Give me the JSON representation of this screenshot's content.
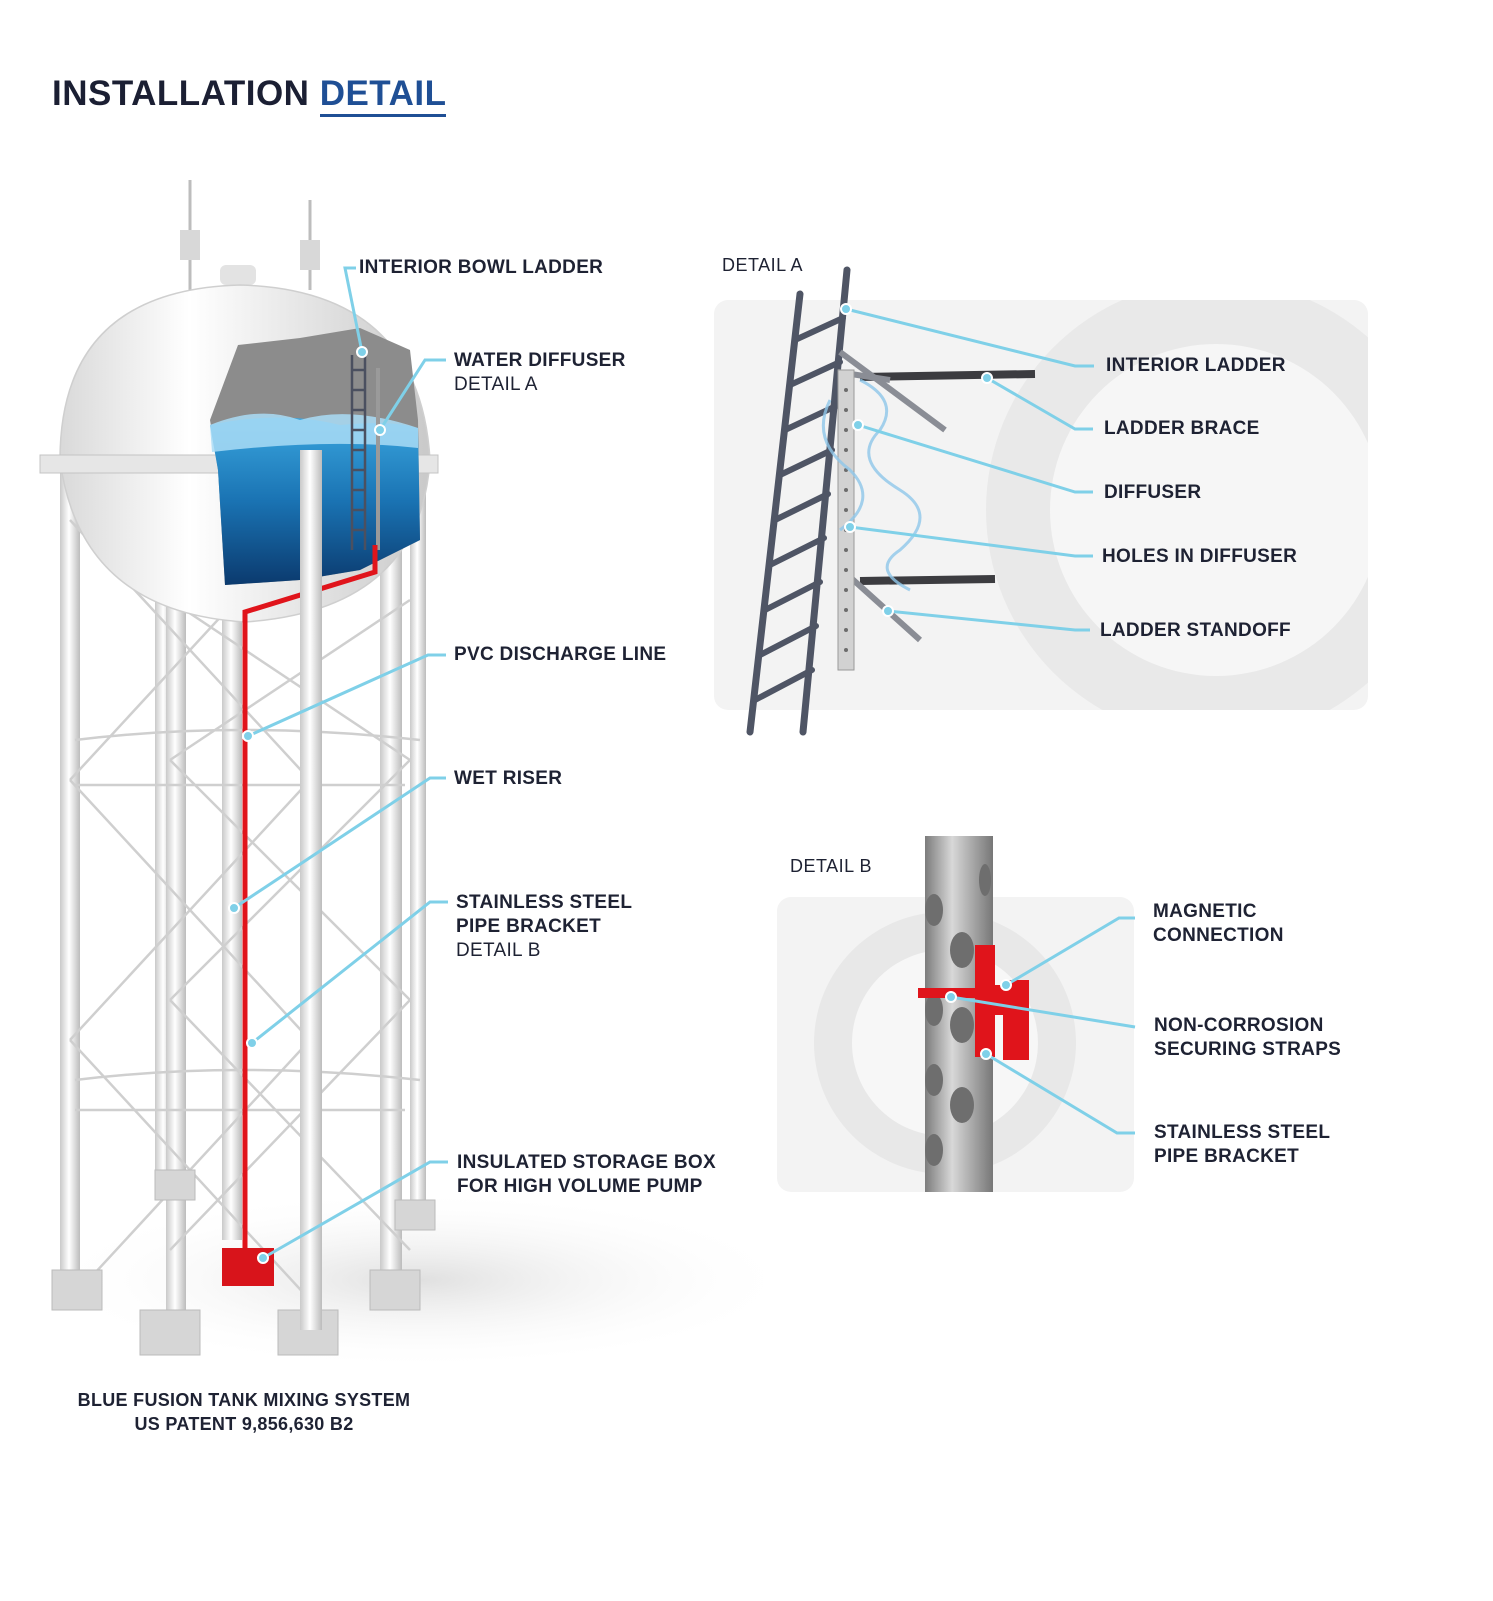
{
  "title": {
    "main": "INSTALLATION",
    "accent": "DETAIL"
  },
  "tower_labels": {
    "interior_bowl_ladder": "INTERIOR BOWL LADDER",
    "water_diffuser": "WATER DIFFUSER",
    "water_diffuser_ref": "DETAIL A",
    "pvc_discharge_line": "PVC DISCHARGE LINE",
    "wet_riser": "WET RISER",
    "pipe_bracket_line1": "STAINLESS STEEL",
    "pipe_bracket_line2": "PIPE BRACKET",
    "pipe_bracket_ref": "DETAIL B",
    "storage_box_line1": "INSULATED STORAGE BOX",
    "storage_box_line2": "FOR HIGH VOLUME PUMP"
  },
  "detail_a": {
    "heading": "DETAIL A",
    "labels": {
      "interior_ladder": "INTERIOR LADDER",
      "ladder_brace": "LADDER BRACE",
      "diffuser": "DIFFUSER",
      "holes_in_diffuser": "HOLES IN DIFFUSER",
      "ladder_standoff": "LADDER STANDOFF"
    }
  },
  "detail_b": {
    "heading": "DETAIL B",
    "labels": {
      "magnetic_line1": "MAGNETIC",
      "magnetic_line2": "CONNECTION",
      "straps_line1": "NON-CORROSION",
      "straps_line2": "SECURING STRAPS",
      "bracket_line1": "STAINLESS STEEL",
      "bracket_line2": "PIPE BRACKET"
    }
  },
  "caption": {
    "line1": "BLUE FUSION TANK MIXING SYSTEM",
    "line2": "US PATENT 9,856,630 B2"
  },
  "colors": {
    "accent": "#1f4f95",
    "leader": "#7fd0e8",
    "discharge": "#e0141b",
    "water": "#1e86c8"
  }
}
